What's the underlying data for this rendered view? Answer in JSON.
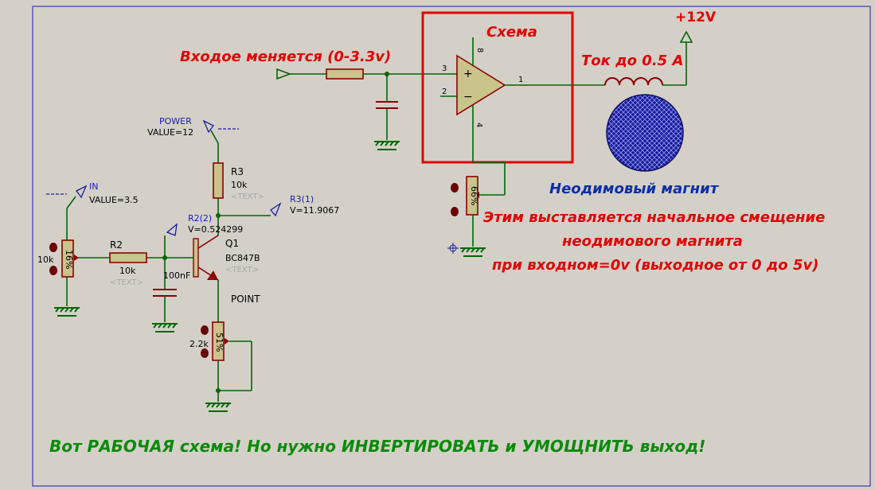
{
  "annotations": {
    "input_note": "Входое меняется (0-3.3v)",
    "circuit_title": "Схема",
    "supply_label": "+12V",
    "current_note": "Ток до 0.5 A",
    "magnet_label": "Неодимовый магнит",
    "offset_line1": "Этим выставляется начальное смещение",
    "offset_line2": "неодимового магнита",
    "offset_line3": "при входном=0v (выходное от 0 до 5v)",
    "bottom_note": "Вот РАБОЧАЯ схема! Но нужно ИНВЕРТИРОВАТЬ и УМОЩНИТЬ выход!"
  },
  "opamp_pins": {
    "non_inverting": "3",
    "inverting": "2",
    "output": "1",
    "vcc": "8",
    "vee": "4",
    "plus": "+",
    "minus": "−"
  },
  "opamp_pot": {
    "percent": "66%"
  },
  "power": {
    "name": "POWER",
    "value": "VALUE=12"
  },
  "input_gen": {
    "name": "IN",
    "value": "VALUE=3.5"
  },
  "input_pot": {
    "value": "10k",
    "percent": "16%"
  },
  "r2": {
    "name": "R2",
    "value": "10k",
    "text": "<TEXT>"
  },
  "cap_100n": {
    "value": "100nF"
  },
  "r3": {
    "name": "R3",
    "value": "10k",
    "text": "<TEXT>"
  },
  "probe_r3": {
    "name": "R3(1)",
    "voltage": "V=11.9067"
  },
  "probe_r2": {
    "name": "R2(2)",
    "voltage": "V=0.524299"
  },
  "q1": {
    "name": "Q1",
    "part": "BC847B",
    "text": "<TEXT>"
  },
  "point_label": "POINT",
  "emitter_pot": {
    "value": "2.2k",
    "percent": "51%"
  },
  "colors": {
    "wire": "#006600",
    "component_outline": "#8b0000",
    "component_fill": "#c9c38c",
    "highlight_box": "#e00000",
    "magnet": "#1a1a9a",
    "background": "#d4d0c8"
  }
}
